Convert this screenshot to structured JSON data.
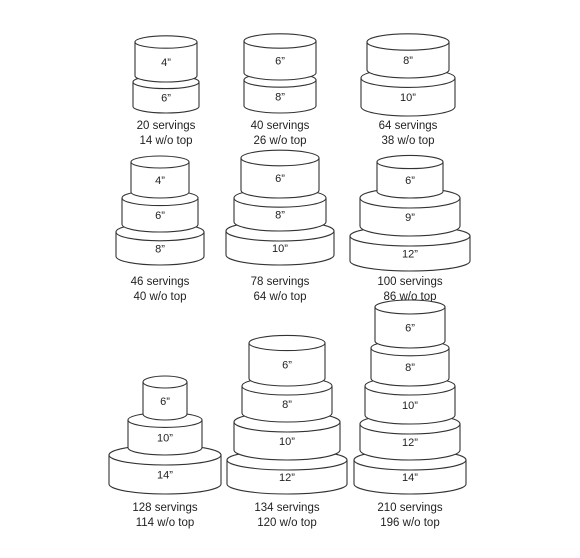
{
  "cakes": [
    {
      "tiers": [
        "4”",
        "6”"
      ],
      "servings": "20 servings",
      "without_top": "14 w/o top"
    },
    {
      "tiers": [
        "6”",
        "8”"
      ],
      "servings": "40 servings",
      "without_top": "26 w/o top"
    },
    {
      "tiers": [
        "8”",
        "10”"
      ],
      "servings": "64 servings",
      "without_top": "38 w/o top"
    },
    {
      "tiers": [
        "4”",
        "6”",
        "8”"
      ],
      "servings": "46 servings",
      "without_top": "40 w/o top"
    },
    {
      "tiers": [
        "6”",
        "8”",
        "10”"
      ],
      "servings": "78 servings",
      "without_top": "64 w/o top"
    },
    {
      "tiers": [
        "6”",
        "9”",
        "12”"
      ],
      "servings": "100 servings",
      "without_top": "86 w/o top"
    },
    {
      "tiers": [
        "6”",
        "10”",
        "14”"
      ],
      "servings": "128 servings",
      "without_top": "114 w/o top"
    },
    {
      "tiers": [
        "6”",
        "8”",
        "10”",
        "12”"
      ],
      "servings": "134 servings",
      "without_top": "120 w/o top"
    },
    {
      "tiers": [
        "6”",
        "8”",
        "10”",
        "12”",
        "14”"
      ],
      "servings": "210 servings",
      "without_top": "196 w/o top"
    }
  ]
}
